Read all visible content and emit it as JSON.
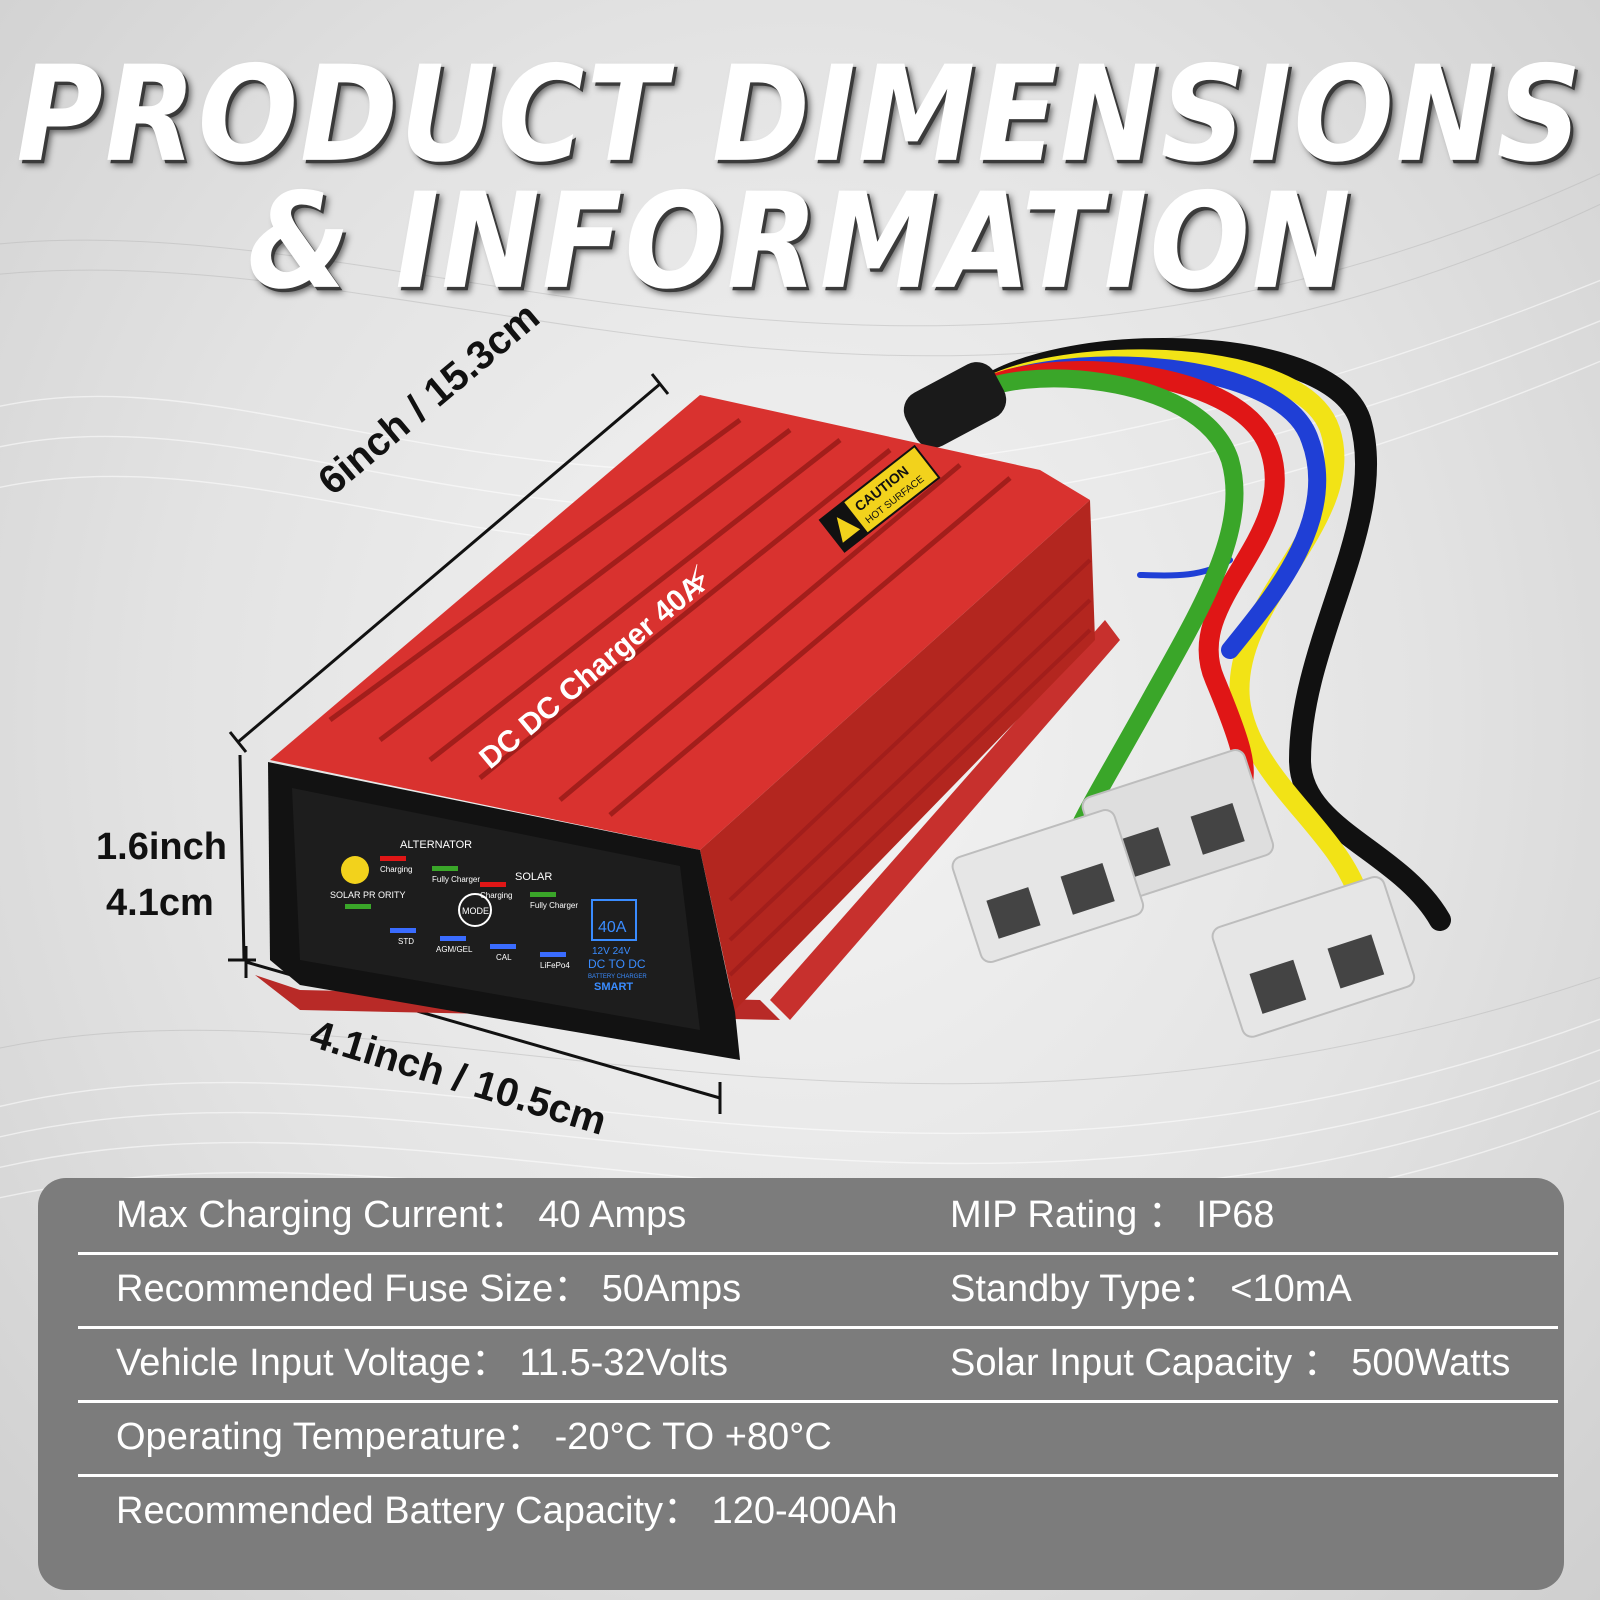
{
  "headline": {
    "line1": "PRODUCT DIMENSIONS",
    "line2": "& INFORMATION"
  },
  "dimensions": {
    "length": "6inch / 15.3cm",
    "height_in": "1.6inch",
    "height_cm": "4.1cm",
    "width": "4.1inch / 10.5cm"
  },
  "product": {
    "top_label": "DC DC Charger 40A",
    "caution_title": "CAUTION",
    "caution_sub": "HOT SURFACE",
    "panel": {
      "alternator": "ALTERNATOR",
      "solar": "SOLAR",
      "charging": "Charging",
      "fully_charged": "Fully Charger",
      "solar_priority": "SOLAR PR ORITY",
      "mode": "MODE",
      "std": "STD",
      "agm_gel": "AGM/GEL",
      "cal": "CAL",
      "lifepo4": "LiFePo4",
      "badge_amps": "40A",
      "badge_volts": "12V 24V",
      "badge_type": "DC TO DC",
      "badge_sub": "BATTERY CHARGER",
      "badge_smart": "SMART"
    }
  },
  "specs": [
    {
      "left": "Max Charging Current： 40 Amps",
      "right": "MIP Rating ： IP68"
    },
    {
      "left": "Recommended Fuse Size： 50Amps",
      "right": "Standby Type： <10mA"
    },
    {
      "left": "Vehicle Input Voltage： 11.5-32Volts",
      "right": "Solar Input Capacity ： 500Watts"
    },
    {
      "left": "Operating Temperature： -20°C TO +80°C",
      "right": ""
    },
    {
      "left": "Recommended Battery Capacity： 120-400Ah",
      "right": ""
    }
  ],
  "colors": {
    "housing": "#d9322f",
    "housing_dark": "#9e1f1d",
    "panel_bg": "#7c7c7c",
    "wire_red": "#e01616",
    "wire_blue": "#1f3fd6",
    "wire_green": "#3aa629",
    "wire_yellow": "#f2e316",
    "wire_black": "#111111"
  }
}
